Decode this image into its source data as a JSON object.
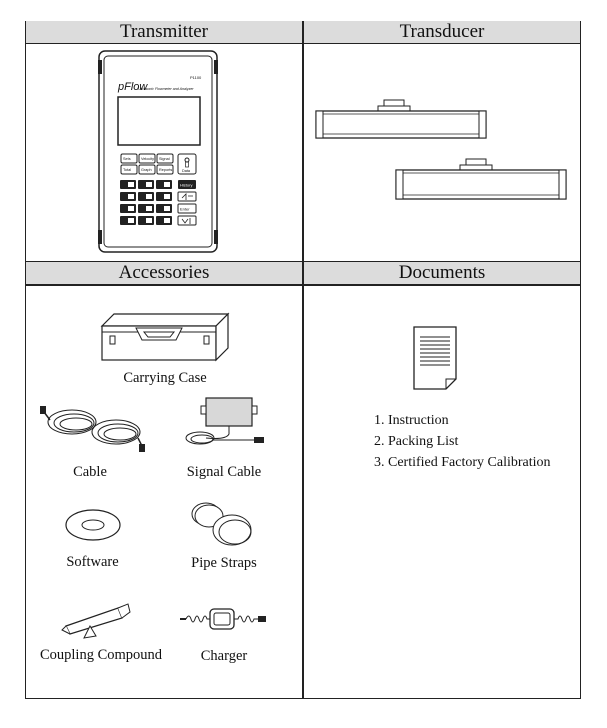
{
  "headers": {
    "transmitter": "Transmitter",
    "transducer": "Transducer",
    "accessories": "Accessories",
    "documents": "Documents"
  },
  "transmitter_device": {
    "brand": "pFlow",
    "subtitle": "Ultrasonic Flowmeter and Analyzer",
    "model": "P1100",
    "keys": [
      "Sets",
      "Velocity",
      "Signal",
      "Total",
      "Graph",
      "Reports",
      "Data",
      "History",
      "Enter"
    ]
  },
  "accessories": {
    "carrying_case": "Carrying Case",
    "cable": "Cable",
    "signal_cable": "Signal Cable",
    "software": "Software",
    "pipe_straps": "Pipe Straps",
    "coupling_compound": "Coupling Compound",
    "charger": "Charger"
  },
  "documents": {
    "items": [
      "1. Instruction",
      "2. Packing List",
      "3. Certified Factory Calibration"
    ]
  }
}
